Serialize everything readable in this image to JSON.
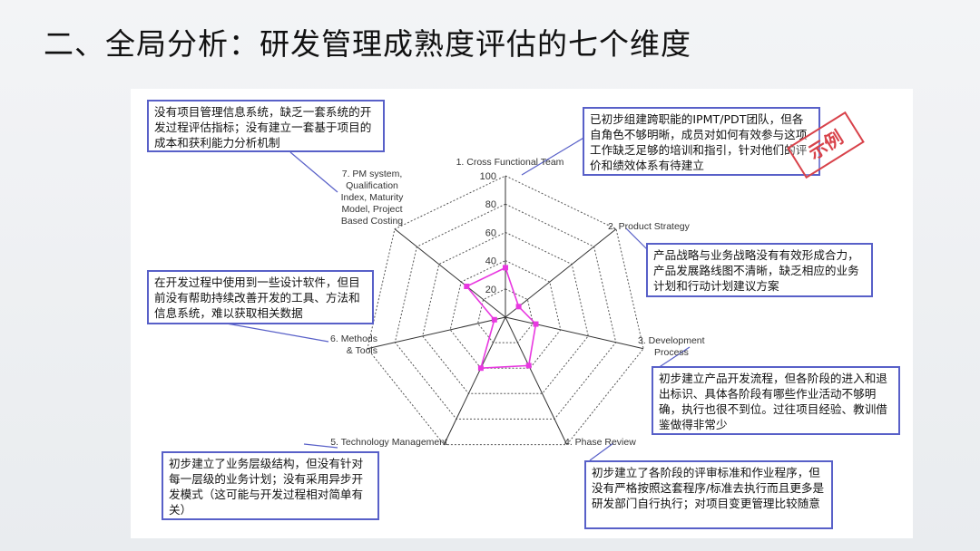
{
  "title": "二、全局分析：研发管理成熟度评估的七个维度",
  "stamp": "示例",
  "chart_data": {
    "type": "radar",
    "axes": [
      "1. Cross Functional Team",
      "2. Product Strategy",
      "3. Development Process",
      "4. Phase Review",
      "5. Technology Management",
      "6. Methods & Tools",
      "7. PM system, Qualification Index, Maturity Model, Project Based Costing"
    ],
    "ticks": [
      "20",
      "40",
      "60",
      "80",
      "100"
    ],
    "rmax": 100,
    "values": [
      35,
      12,
      22,
      38,
      40,
      8,
      35
    ]
  },
  "notes": {
    "cross_functional": "已初步组建跨职能的IPMT/PDT团队，但各自角色不够明晰，成员对如何有效参与这项工作缺乏足够的培训和指引，针对他们的评价和绩效体系有待建立",
    "product_strategy": "产品战略与业务战略没有有效形成合力，产品发展路线图不清晰，缺乏相应的业务计划和行动计划建议方案",
    "development_process": "初步建立产品开发流程，但各阶段的进入和退出标识、具体各阶段有哪些作业活动不够明确，执行也很不到位。过往项目经验、教训借鉴做得非常少",
    "phase_review": "初步建立了各阶段的评审标准和作业程序，但没有严格按照这套程序/标准去执行而且更多是研发部门自行执行；对项目变更管理比较随意",
    "technology_management": "初步建立了业务层级结构，但没有针对每一层级的业务计划；没有采用异步开发模式（这可能与开发过程相对简单有关）",
    "methods_tools": "在开发过程中使用到一些设计软件，但目前没有帮助持续改善开发的工具、方法和信息系统，难以获取相关数据",
    "pm_system": "没有项目管理信息系统，缺乏一套系统的开发过程评估指标；没有建立一套基于项目的成本和获利能力分析机制"
  },
  "colors": {
    "series": "#e838e0",
    "note_border": "#5860c8",
    "stamp": "#d8424a",
    "grid": "#555555"
  }
}
